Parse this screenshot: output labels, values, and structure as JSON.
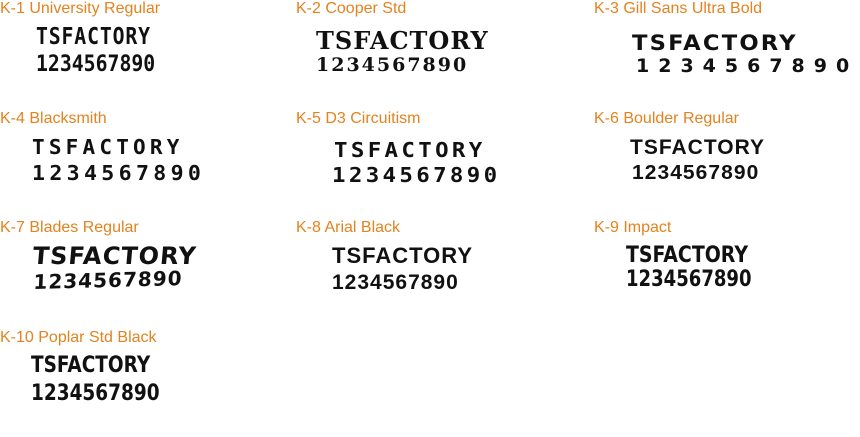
{
  "fonts": [
    {
      "label": "K-1 University Regular",
      "line1": "TSFACTORY",
      "line2": "1234567890"
    },
    {
      "label": "K-2 Cooper Std",
      "line1": "TSFACTORY",
      "line2": "1234567890"
    },
    {
      "label": "K-3 Gill Sans Ultra Bold",
      "line1": "TSFACTORY",
      "line2": "1234567890"
    },
    {
      "label": "K-4 Blacksmith",
      "line1": "TSFACTORY",
      "line2": "1234567890"
    },
    {
      "label": "K-5 D3 Circuitism",
      "line1": "TSFACTORY",
      "line2": "1234567890"
    },
    {
      "label": "K-6 Boulder Regular",
      "line1": "TSFACTORY",
      "line2": "1234567890"
    },
    {
      "label": "K-7 Blades Regular",
      "line1": "TSFACTORY",
      "line2": "1234567890"
    },
    {
      "label": "K-8 Arial Black",
      "line1": "TSFACTORY",
      "line2": "1234567890"
    },
    {
      "label": "K-9 Impact",
      "line1": "TSFACTORY",
      "line2": "1234567890"
    },
    {
      "label": "K-10 Poplar Std Black",
      "line1": "TSFACTORY",
      "line2": "1234567890"
    }
  ],
  "colors": {
    "label": "#e4821e",
    "sample": "#111111",
    "background": "#ffffff"
  }
}
